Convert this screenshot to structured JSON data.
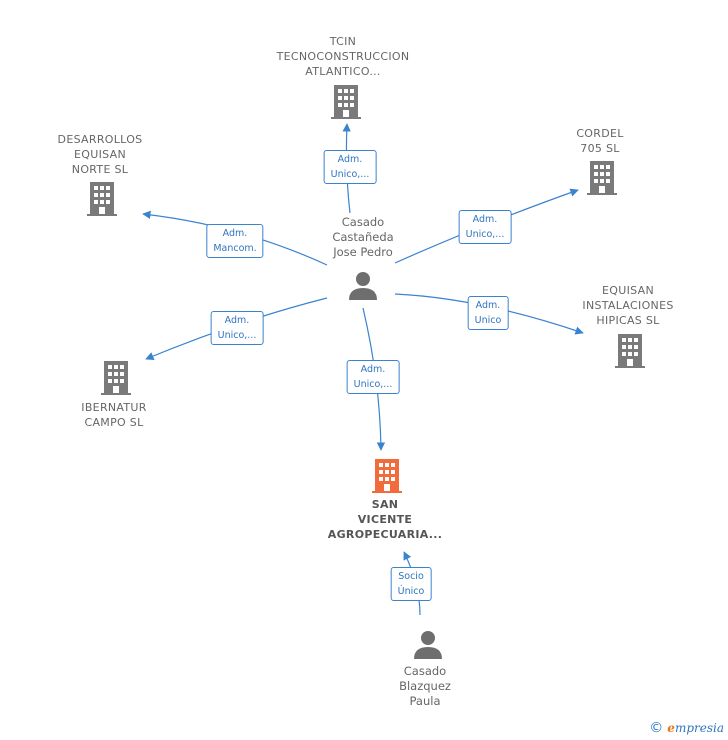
{
  "colors": {
    "company": "#7a7a7a",
    "focus_company": "#f26b3a",
    "person": "#6e6e6e",
    "link": "#3a83cf"
  },
  "nodes": {
    "tcin": {
      "lines": [
        "TCIN",
        "TECNOCONSTRUCCION",
        "ATLANTICO..."
      ],
      "icon": "building-icon"
    },
    "desarrollos": {
      "lines": [
        "DESARROLLOS",
        "EQUISAN",
        "NORTE SL"
      ],
      "icon": "building-icon"
    },
    "cordel": {
      "lines": [
        "CORDEL",
        "705  SL"
      ],
      "icon": "building-icon"
    },
    "equisan_inst": {
      "lines": [
        "EQUISAN",
        "INSTALACIONES",
        "HIPICAS SL"
      ],
      "icon": "building-icon"
    },
    "ibernatur": {
      "lines": [
        "IBERNATUR",
        "CAMPO  SL"
      ],
      "icon": "building-icon"
    },
    "san_vicente": {
      "lines": [
        "SAN",
        "VICENTE",
        "AGROPECUARIA..."
      ],
      "icon": "building-icon"
    },
    "casado_jose": {
      "lines": [
        "Casado",
        "Castañeda",
        "Jose Pedro"
      ],
      "icon": "person-icon"
    },
    "casado_paula": {
      "lines": [
        "Casado",
        "Blazquez",
        "Paula"
      ],
      "icon": "person-icon"
    }
  },
  "relations": {
    "to_tcin": [
      "Adm.",
      "Unico,..."
    ],
    "to_desarrollos": [
      "Adm.",
      "Mancom."
    ],
    "to_cordel": [
      "Adm.",
      "Unico,..."
    ],
    "to_equisan_inst": [
      "Adm.",
      "Unico"
    ],
    "to_ibernatur": [
      "Adm.",
      "Unico,..."
    ],
    "to_san_vicente": [
      "Adm.",
      "Unico,..."
    ],
    "paula_to_san_vicente": [
      "Socio",
      "Único"
    ]
  },
  "brand": {
    "copyright": "©",
    "name_initial": "e",
    "name_rest": "mpresia"
  }
}
